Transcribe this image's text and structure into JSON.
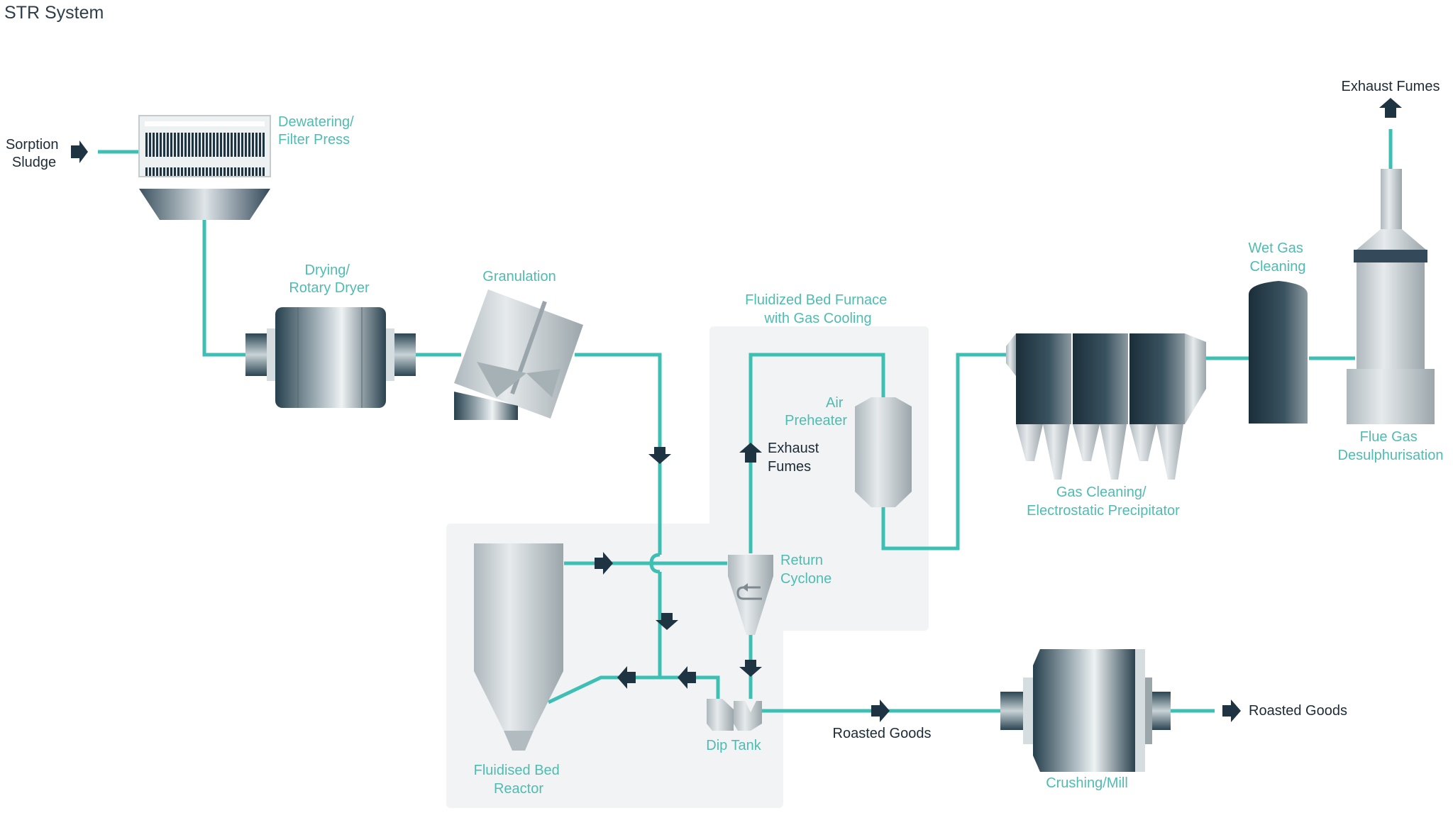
{
  "title": "STR System",
  "colors": {
    "pipe": "#3dbfb3",
    "label_teal": "#4fbcb2",
    "label_dark": "#1c2b36",
    "arrow": "#1f3442",
    "panel": "#f1f3f4"
  },
  "labels": {
    "sorption_sludge": [
      "Sorption",
      "Sludge"
    ],
    "dewatering": [
      "Dewatering/",
      "Filter Press"
    ],
    "drying": [
      "Drying/",
      "Rotary Dryer"
    ],
    "granulation": [
      "Granulation"
    ],
    "furnace": [
      "Fluidized Bed Furnace",
      "with Gas Cooling"
    ],
    "air_preheater": [
      "Air",
      "Preheater"
    ],
    "exhaust_fumes_mid": [
      "Exhaust",
      "Fumes"
    ],
    "return_cyclone": [
      "Return",
      "Cyclone"
    ],
    "dip_tank": [
      "Dip Tank"
    ],
    "fluidised_bed_reactor": [
      "Fluidised Bed",
      "Reactor"
    ],
    "roasted_goods_mid": [
      "Roasted Goods"
    ],
    "crushing_mill": [
      "Crushing/Mill"
    ],
    "roasted_goods_out": [
      "Roasted Goods"
    ],
    "gas_cleaning": [
      "Gas Cleaning/",
      "Electrostatic Precipitator"
    ],
    "wet_gas": [
      "Wet Gas",
      "Cleaning"
    ],
    "flue_gas": [
      "Flue Gas",
      "Desulphurisation"
    ],
    "exhaust_fumes_top": [
      "Exhaust Fumes"
    ]
  }
}
